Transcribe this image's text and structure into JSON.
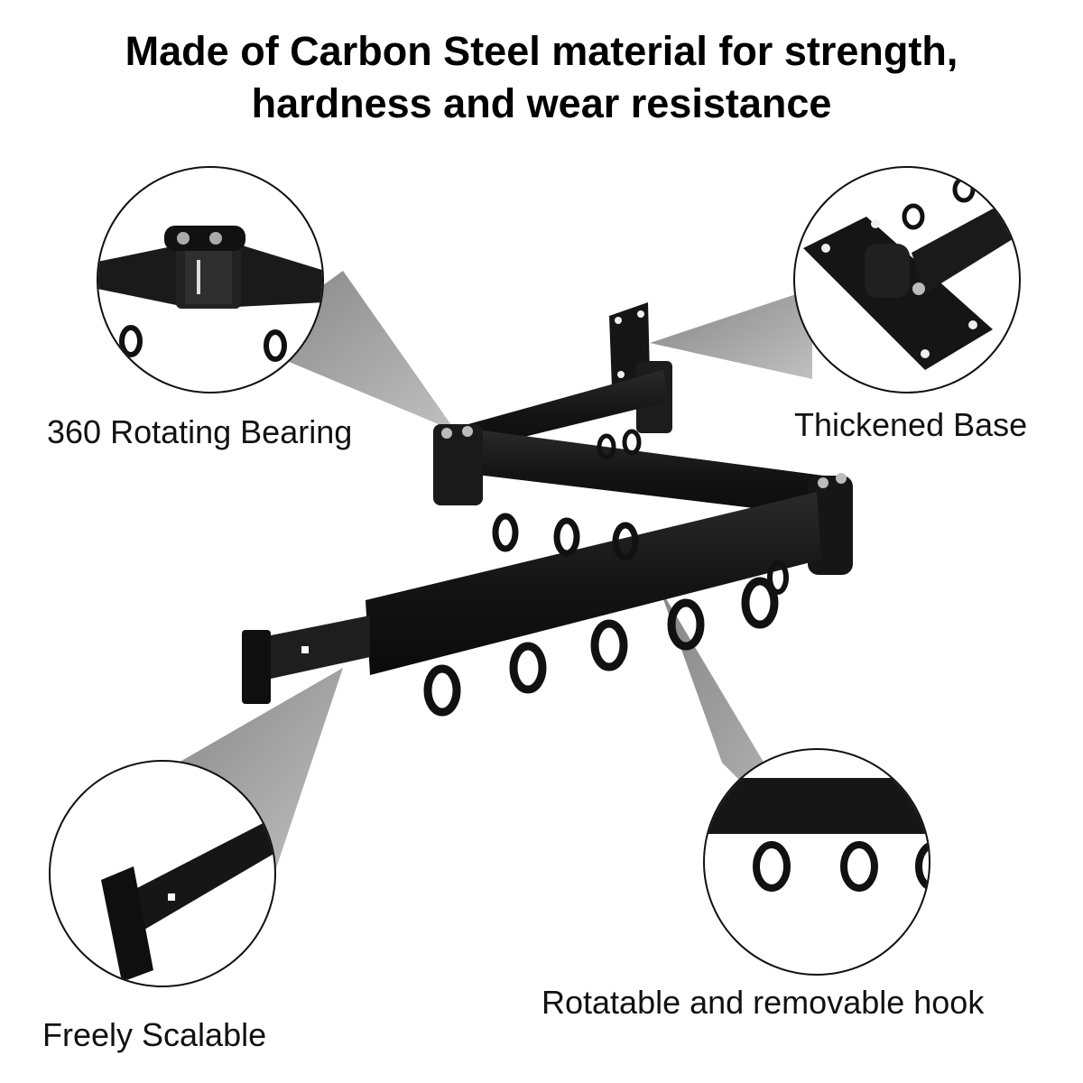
{
  "headline": {
    "line1": "Made of Carbon Steel material for strength,",
    "line2": "hardness and wear resistance"
  },
  "callouts": {
    "bearing": "360 Rotating Bearing",
    "base": "Thickened Base",
    "scalable": "Freely Scalable",
    "hook": "Rotatable and removable hook"
  },
  "colors": {
    "steel": "#151515",
    "steel_edge": "#2e2e2e",
    "shadow_cone": "#8a8a8a",
    "background": "#ffffff"
  }
}
